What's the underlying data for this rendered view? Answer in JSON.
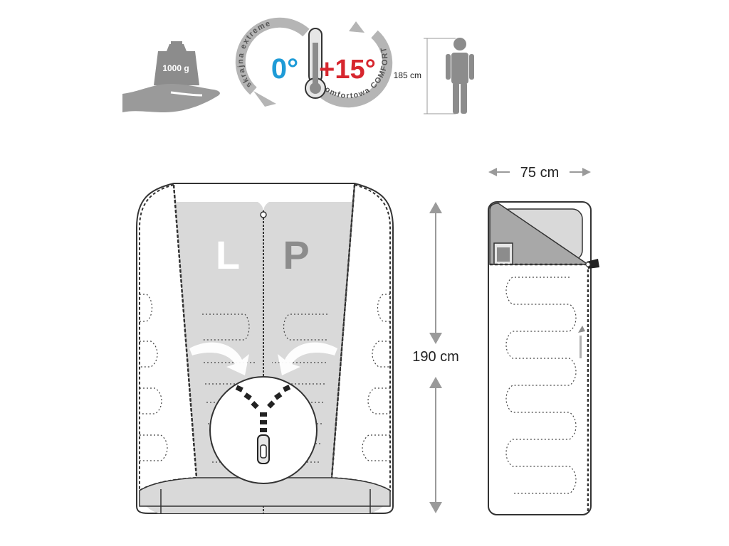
{
  "colors": {
    "gray_dark": "#8c8c8c",
    "gray_mid": "#a8a8a8",
    "gray_light": "#d9d9d9",
    "line": "#333333",
    "blue": "#1e9bd7",
    "red": "#d7262e"
  },
  "weight": {
    "label": "1000 g",
    "icon": "weight-on-hand-icon"
  },
  "temperature": {
    "extreme_label": "skrajna extreme",
    "comfort_label": "komfortowa COMFORT",
    "extreme_value": "0°",
    "comfort_value": "+15°",
    "icon": "thermometer-icon"
  },
  "height": {
    "label": "185 cm",
    "icon": "person-icon"
  },
  "bag": {
    "letter_left": "L",
    "letter_right": "P",
    "length_label": "190 cm",
    "width_label": "75 cm"
  }
}
